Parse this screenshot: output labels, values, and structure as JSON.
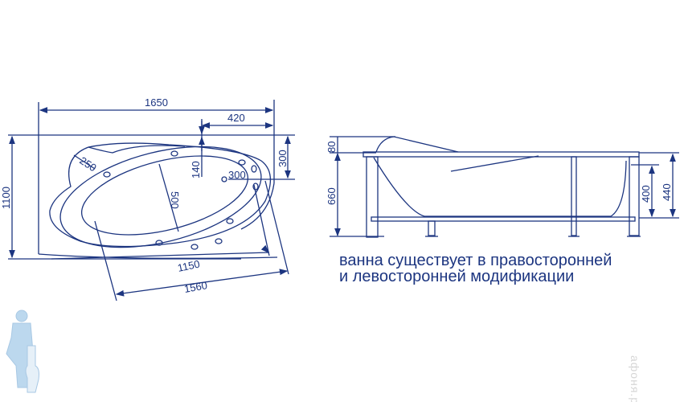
{
  "top_view": {
    "dims": {
      "length": "1650",
      "offset_420": "420",
      "height": "1100",
      "d140": "140",
      "d300_right": "300",
      "drain": "300",
      "d250": "250",
      "d500": "500",
      "d1150": "1150",
      "d1560": "1560"
    }
  },
  "side_view": {
    "dims": {
      "d80": "80",
      "d660": "660",
      "d400": "400",
      "d440": "440"
    }
  },
  "caption": {
    "line1": "ванна существует в правосторонней",
    "line2": "и левосторонней модификации"
  },
  "watermark": "афоня.рф",
  "colors": {
    "line": "#1c3580",
    "logo": "#bcd8ee"
  }
}
